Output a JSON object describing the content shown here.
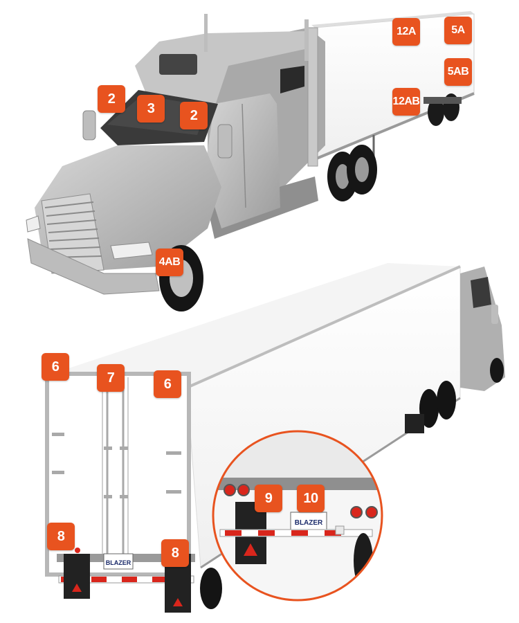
{
  "callouts": {
    "c12A": "12A",
    "c5A": "5A",
    "c5AB": "5AB",
    "c12AB": "12AB",
    "c2_left": "2",
    "c3": "3",
    "c2_right": "2",
    "c4AB": "4AB",
    "c6_left": "6",
    "c7": "7",
    "c6_right": "6",
    "c8_left": "8",
    "c8_right": "8",
    "c9": "9",
    "c10": "10"
  },
  "plates": {
    "rear_plate": "BLAZER",
    "inset_plate": "BLAZER"
  },
  "colors": {
    "callout": "#e8531f",
    "inset_ring": "#e8531f",
    "truck_body": "#b8b8b8",
    "trailer": "#ffffff",
    "reflector": "#d9261c"
  }
}
